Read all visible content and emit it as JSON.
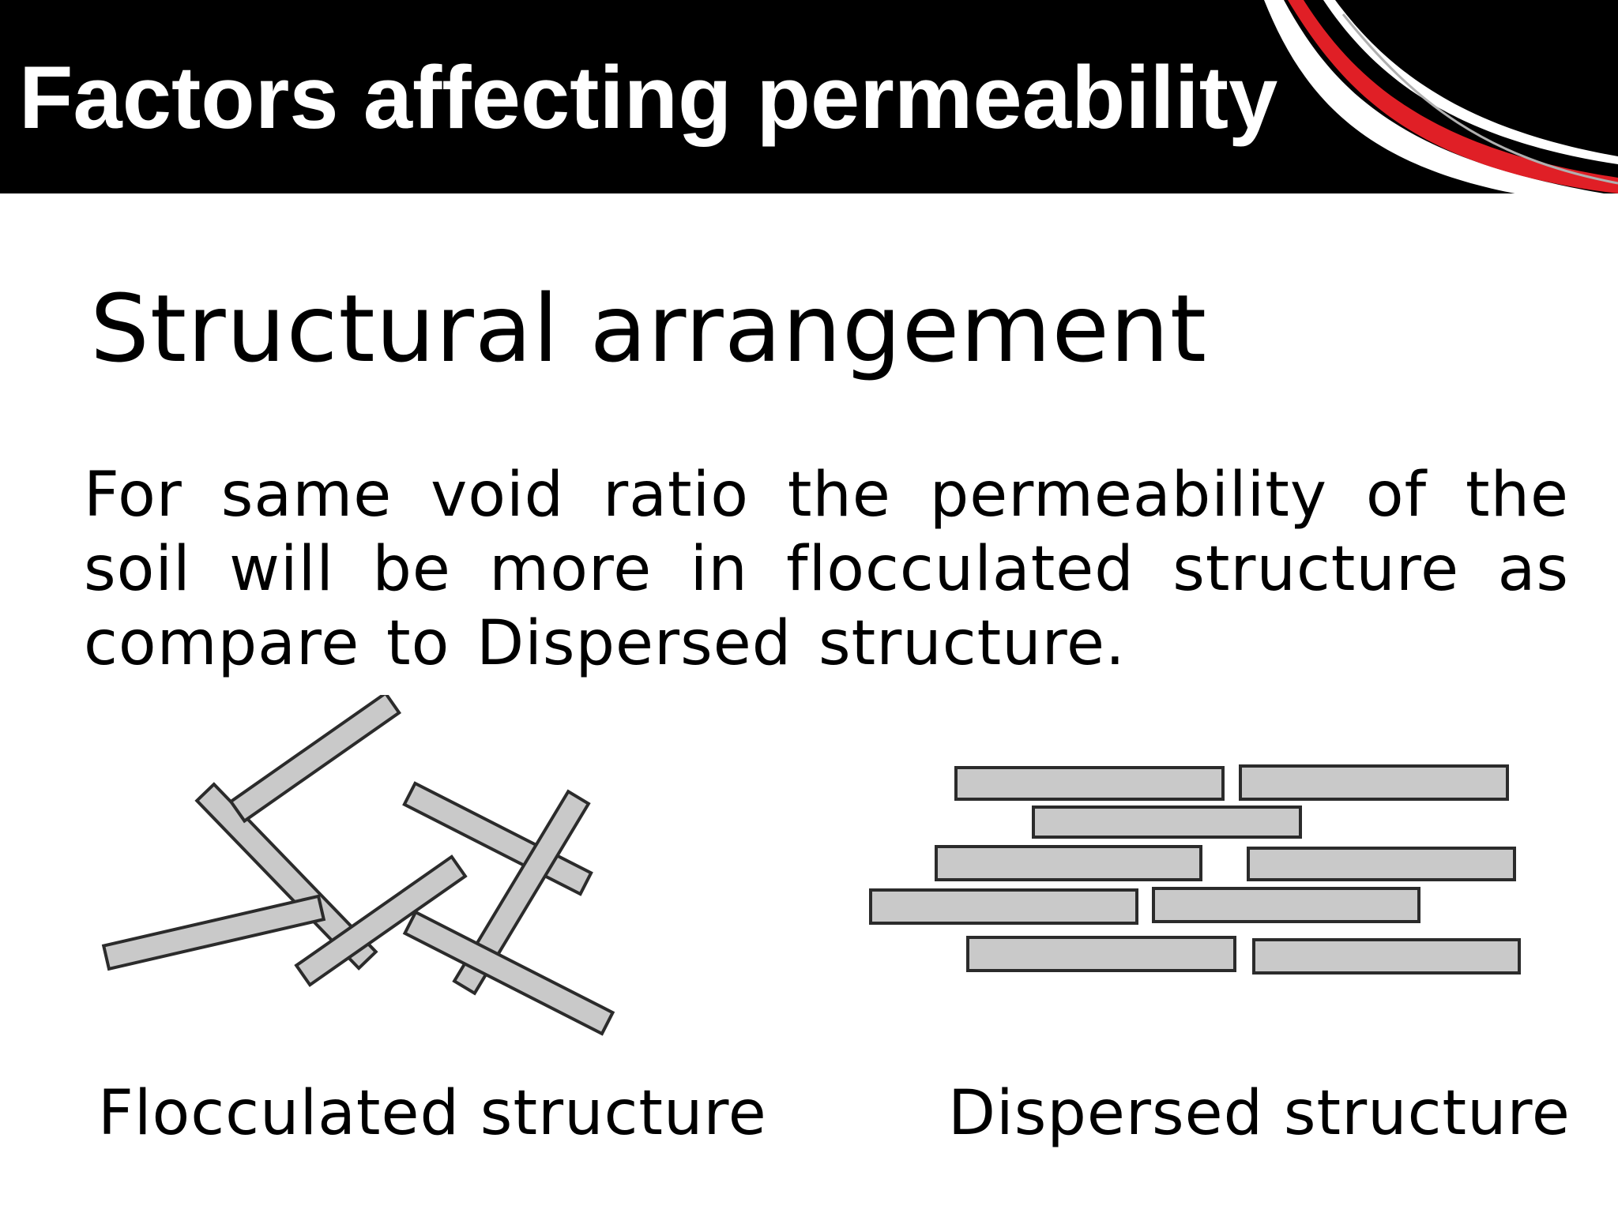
{
  "header": {
    "title": "Factors affecting permeability"
  },
  "content": {
    "heading": "Structural arrangement",
    "body": "For same void ratio the permeability of the soil will be more in flocculated structure as compare to Dispersed structure."
  },
  "figures": {
    "flocculated_caption": "Flocculated structure",
    "dispersed_caption": "Dispersed structure"
  },
  "colors": {
    "header_background": "#000000",
    "header_text": "#ffffff",
    "accent_red": "#e01f26",
    "particle_fill": "#c9c9c9",
    "particle_outline": "#2b2b2b"
  }
}
